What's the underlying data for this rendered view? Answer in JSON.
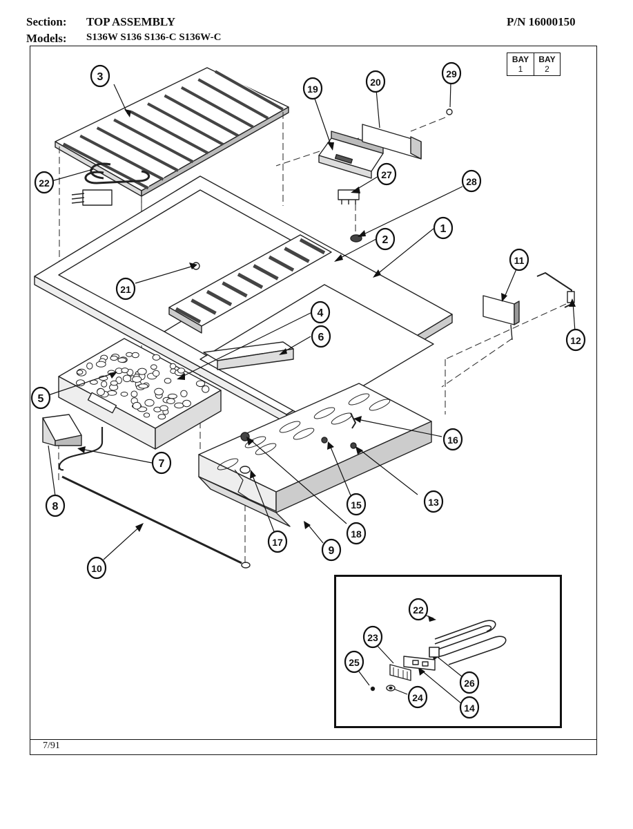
{
  "header": {
    "section_label": "Section:",
    "section_value": "TOP ASSEMBLY",
    "pn": "P/N 16000150",
    "models_label": "Models:",
    "models_value": "S136W  S136  S136-C  S136W-C"
  },
  "bay": {
    "cells": [
      {
        "label": "BAY",
        "num": "1"
      },
      {
        "label": "BAY",
        "num": "2"
      }
    ]
  },
  "callouts": [
    {
      "id": "c3",
      "text": "3"
    },
    {
      "id": "c19",
      "text": "19"
    },
    {
      "id": "c20",
      "text": "20"
    },
    {
      "id": "c29",
      "text": "29"
    },
    {
      "id": "c22",
      "text": "22"
    },
    {
      "id": "c27",
      "text": "27"
    },
    {
      "id": "c28",
      "text": "28"
    },
    {
      "id": "c2",
      "text": "2"
    },
    {
      "id": "c1",
      "text": "1"
    },
    {
      "id": "c11",
      "text": "11"
    },
    {
      "id": "c21",
      "text": "21"
    },
    {
      "id": "c12",
      "text": "12"
    },
    {
      "id": "c4",
      "text": "4"
    },
    {
      "id": "c6",
      "text": "6"
    },
    {
      "id": "c5",
      "text": "5"
    },
    {
      "id": "c16",
      "text": "16"
    },
    {
      "id": "c7",
      "text": "7"
    },
    {
      "id": "c8",
      "text": "8"
    },
    {
      "id": "c15",
      "text": "15"
    },
    {
      "id": "c13",
      "text": "13"
    },
    {
      "id": "c18",
      "text": "18"
    },
    {
      "id": "c17",
      "text": "17"
    },
    {
      "id": "c9",
      "text": "9"
    },
    {
      "id": "c10",
      "text": "10"
    },
    {
      "id": "c22b",
      "text": "22"
    },
    {
      "id": "c23",
      "text": "23"
    },
    {
      "id": "c25",
      "text": "25"
    },
    {
      "id": "c26",
      "text": "26"
    },
    {
      "id": "c24",
      "text": "24"
    },
    {
      "id": "c14",
      "text": "14"
    }
  ],
  "footer": {
    "date": "7/91"
  }
}
